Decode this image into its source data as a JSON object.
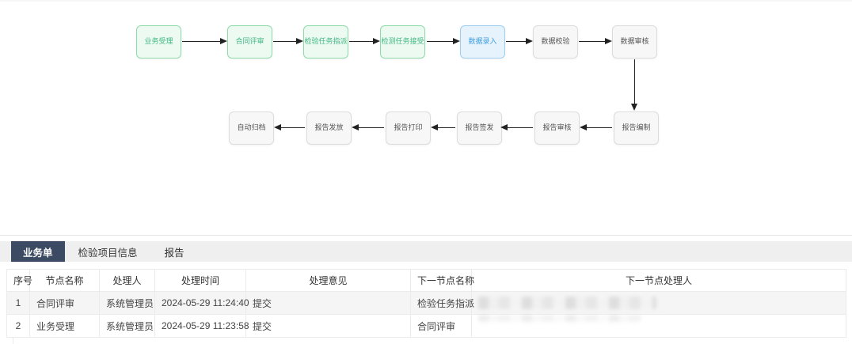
{
  "flowchart": {
    "top_row": [
      {
        "label": "业务受理",
        "style": "green"
      },
      {
        "label": "合同评审",
        "style": "green"
      },
      {
        "label": "检验任务指派",
        "style": "green"
      },
      {
        "label": "检测任务接受",
        "style": "green"
      },
      {
        "label": "数据录入",
        "style": "blue"
      },
      {
        "label": "数据校验",
        "style": "gray"
      },
      {
        "label": "数据审核",
        "style": "gray"
      }
    ],
    "bottom_row": [
      {
        "label": "自动归档",
        "style": "gray"
      },
      {
        "label": "报告发放",
        "style": "gray"
      },
      {
        "label": "报告打印",
        "style": "gray"
      },
      {
        "label": "报告签发",
        "style": "gray"
      },
      {
        "label": "报告审核",
        "style": "gray"
      },
      {
        "label": "报告编制",
        "style": "gray"
      }
    ],
    "colors": {
      "green_border": "#8edbaa",
      "green_bg": "#edfaf2",
      "green_text": "#41b883",
      "blue_border": "#9ecdf0",
      "blue_bg": "#e6f2fc",
      "blue_text": "#3d9fe0",
      "gray_border": "#dcdcdc",
      "gray_bg": "#f7f7f7",
      "gray_text": "#555555",
      "arrow": "#222222"
    }
  },
  "tabs": [
    {
      "label": "业务单",
      "active": true
    },
    {
      "label": "检验项目信息",
      "active": false
    },
    {
      "label": "报告",
      "active": false
    }
  ],
  "tab_colors": {
    "active_bg": "#3d4a63",
    "active_text": "#ffffff",
    "bar_bg": "#efefef"
  },
  "table": {
    "columns": [
      "序号",
      "节点名称",
      "处理人",
      "处理时间",
      "处理意见",
      "下一节点名称",
      "下一节点处理人"
    ],
    "rows": [
      {
        "seq": "1",
        "node": "合同评审",
        "handler": "系统管理员",
        "time": "2024-05-29 11:24:40",
        "opinion": "提交",
        "next_node": "检验任务指派",
        "next_handler": "",
        "next_handler_redacted": true
      },
      {
        "seq": "2",
        "node": "业务受理",
        "handler": "系统管理员",
        "time": "2024-05-29 11:23:58",
        "opinion": "提交",
        "next_node": "合同评审",
        "next_handler": "",
        "next_handler_redacted": true
      }
    ]
  }
}
